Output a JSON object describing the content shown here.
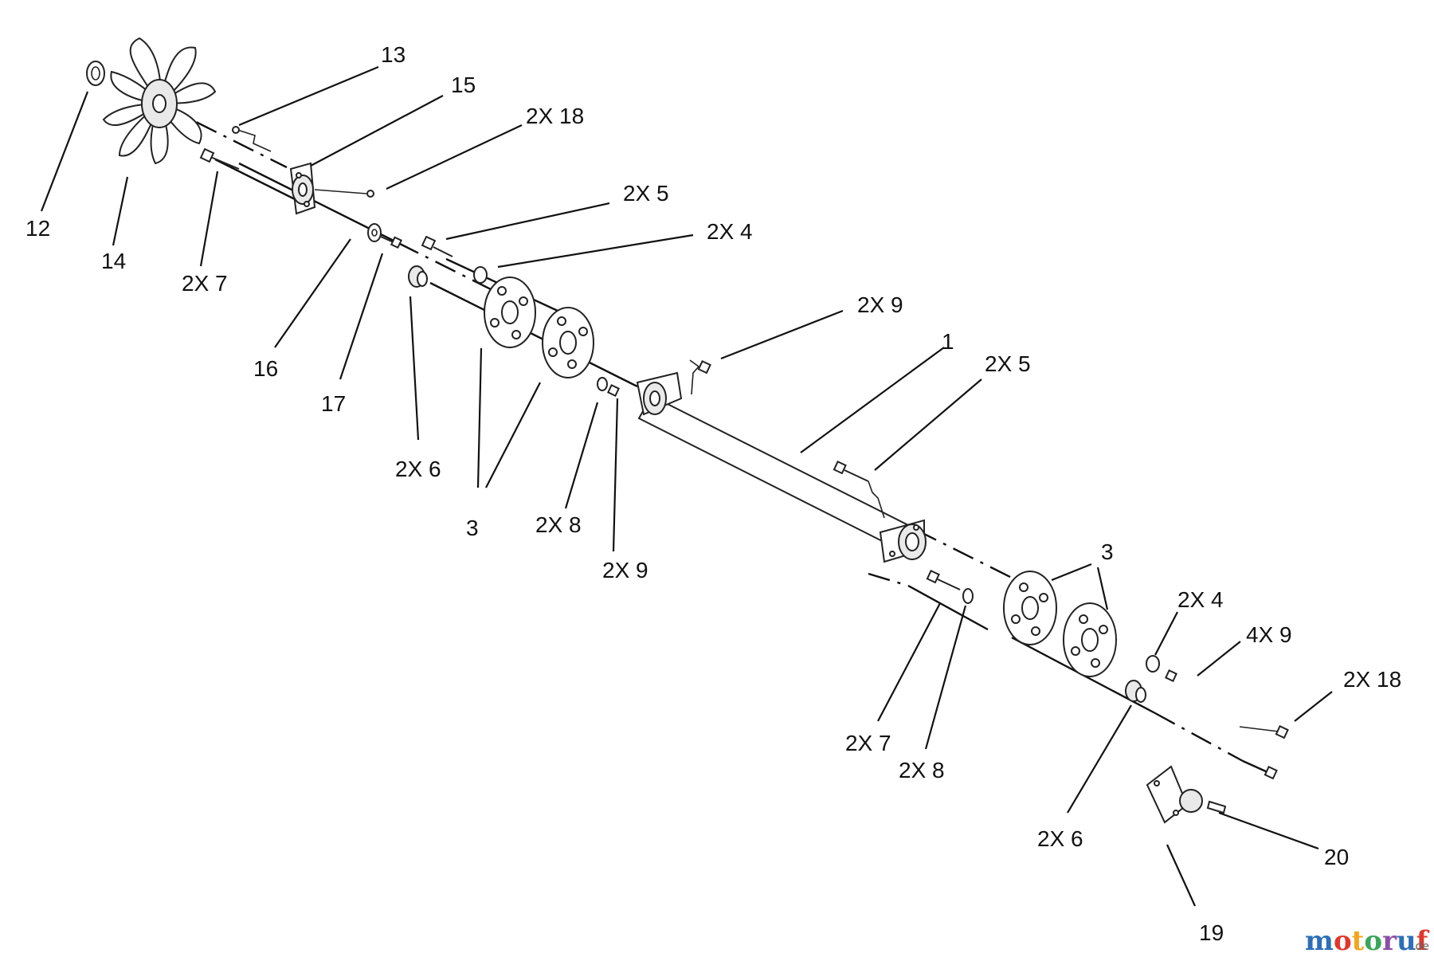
{
  "callouts": [
    {
      "id": "c-13",
      "text": "13"
    },
    {
      "id": "c-15",
      "text": "15"
    },
    {
      "id": "c-2x18-top",
      "text": "2X 18"
    },
    {
      "id": "c-12",
      "text": "12"
    },
    {
      "id": "c-14",
      "text": "14"
    },
    {
      "id": "c-2x7-top",
      "text": "2X 7"
    },
    {
      "id": "c-2x5-top",
      "text": "2X 5"
    },
    {
      "id": "c-2x4-top",
      "text": "2X 4"
    },
    {
      "id": "c-16",
      "text": "16"
    },
    {
      "id": "c-17",
      "text": "17"
    },
    {
      "id": "c-2x6-top",
      "text": "2X 6"
    },
    {
      "id": "c-3-top",
      "text": "3"
    },
    {
      "id": "c-2x8-top",
      "text": "2X 8"
    },
    {
      "id": "c-2x9-top",
      "text": "2X 9"
    },
    {
      "id": "c-2x9-mid",
      "text": "2X 9"
    },
    {
      "id": "c-1",
      "text": "1"
    },
    {
      "id": "c-2x5-bot",
      "text": "2X 5"
    },
    {
      "id": "c-3-bot",
      "text": "3"
    },
    {
      "id": "c-2x4-bot",
      "text": "2X 4"
    },
    {
      "id": "c-4x9",
      "text": "4X 9"
    },
    {
      "id": "c-2x18-bot",
      "text": "2X 18"
    },
    {
      "id": "c-2x7-bot",
      "text": "2X 7"
    },
    {
      "id": "c-2x8-bot",
      "text": "2X 8"
    },
    {
      "id": "c-2x6-bot",
      "text": "2X 6"
    },
    {
      "id": "c-20",
      "text": "20"
    },
    {
      "id": "c-19",
      "text": "19"
    }
  ],
  "watermark": {
    "letters": [
      "m",
      "o",
      "t",
      "o",
      "r",
      "u",
      "f"
    ],
    "letter_colors": [
      "#2c6fb7",
      "#e1362c",
      "#f2a51e",
      "#3aa55a",
      "#8c4fa8",
      "#2c6fb7",
      "#e1362c"
    ],
    "suffix": ".de"
  }
}
